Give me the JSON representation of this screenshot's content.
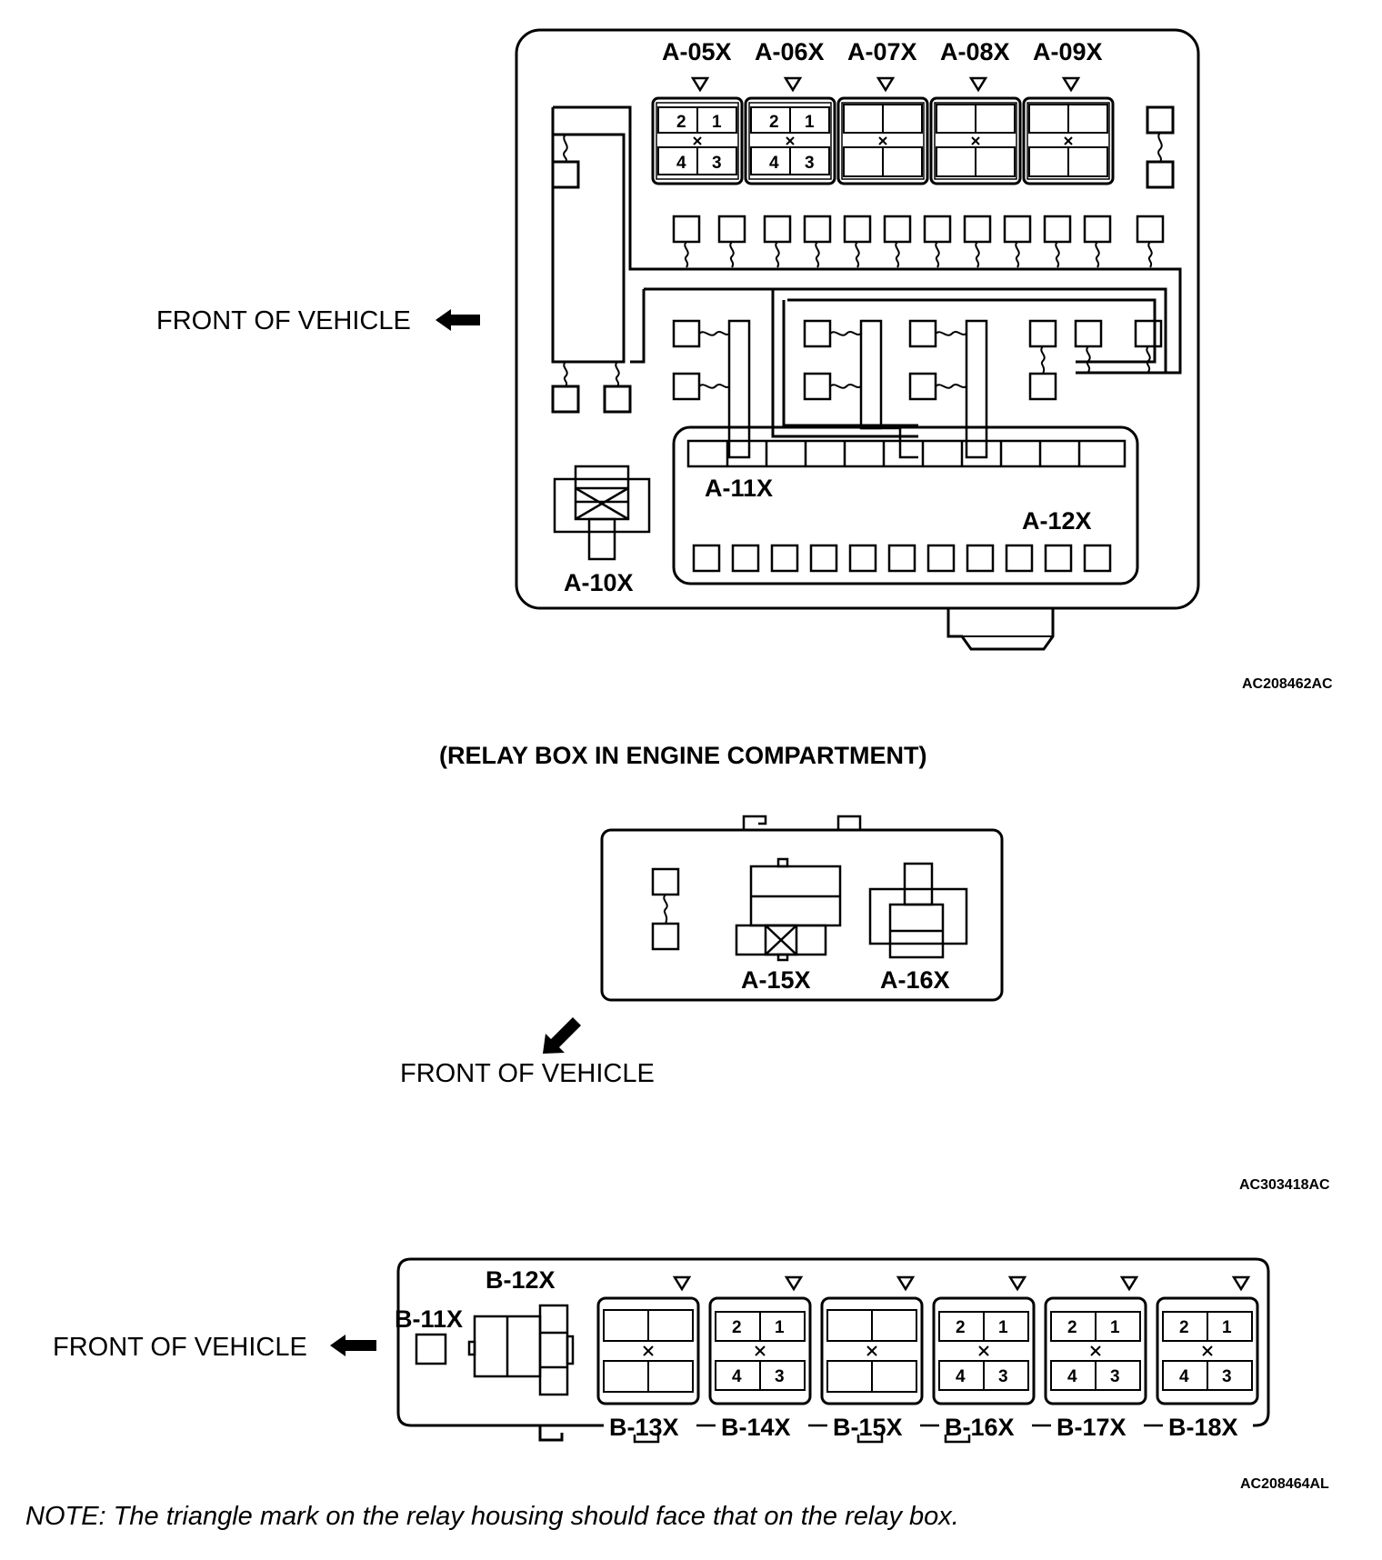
{
  "diagram1": {
    "front_label": "FRONT OF VEHICLE",
    "relays_top": [
      "A-05X",
      "A-06X",
      "A-07X",
      "A-08X",
      "A-09X"
    ],
    "pin_labels": [
      "2",
      "1",
      "4",
      "3"
    ],
    "label_a10": "A-10X",
    "label_a11": "A-11X",
    "label_a12": "A-12X",
    "code": "AC208462AC"
  },
  "diagram2": {
    "title": "(RELAY BOX IN ENGINE COMPARTMENT)",
    "label_a15": "A-15X",
    "label_a16": "A-16X",
    "front_label": "FRONT OF VEHICLE",
    "code": "AC303418AC"
  },
  "diagram3": {
    "front_label": "FRONT OF VEHICLE",
    "label_b11": "B-11X",
    "label_b12": "B-12X",
    "relays": [
      "B-13X",
      "B-14X",
      "B-15X",
      "B-16X",
      "B-17X",
      "B-18X"
    ],
    "code": "AC208464AL"
  },
  "note": "NOTE: The triangle mark on the relay housing should face that on the relay box."
}
